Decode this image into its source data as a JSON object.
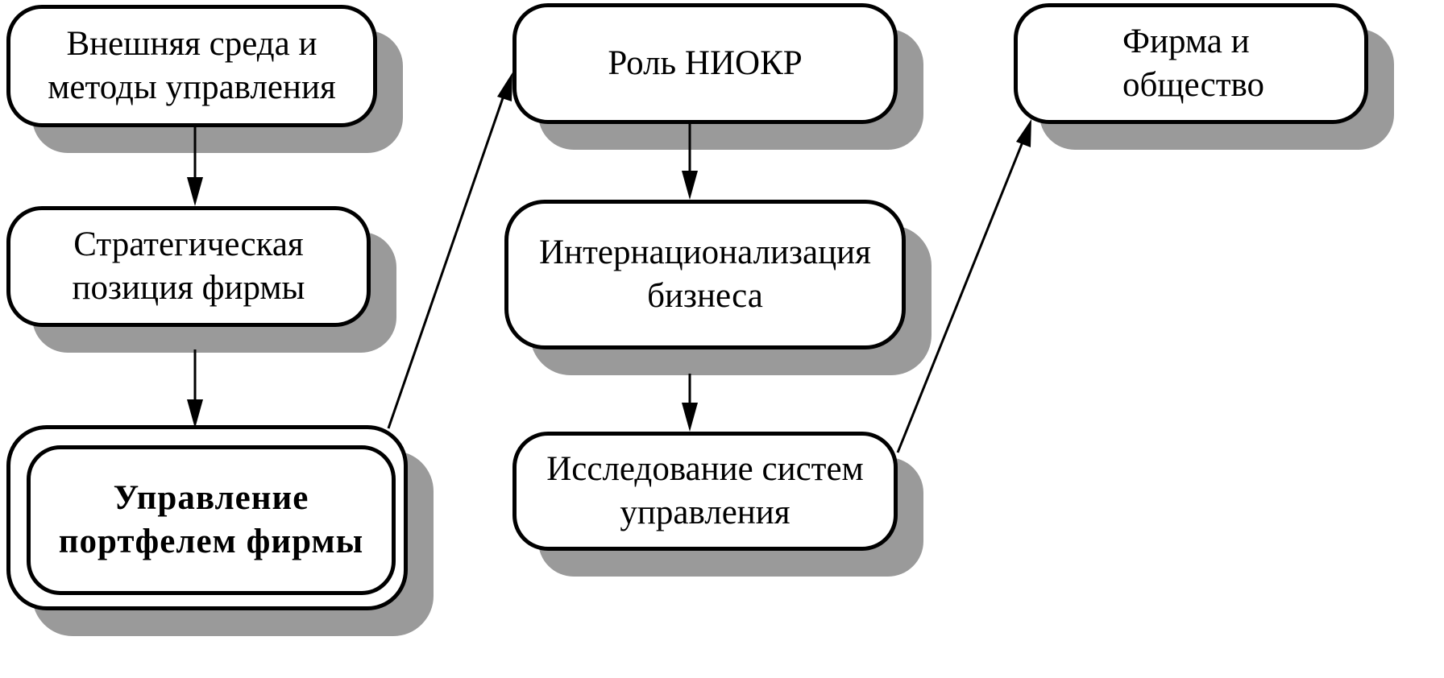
{
  "diagram": {
    "boxes": {
      "external_env": "Внешняя среда и\nметоды управления",
      "strategic_position": "Стратегическая\nпозиция фирмы",
      "portfolio_management": "Управление\nпортфелем  фирмы",
      "rnd_role": "Роль НИОКР",
      "internationalization": "Интернационализация\nбизнеса",
      "management_systems_research": "Исследование систем\nуправления",
      "firm_and_society": "Фирма   и\nобщество"
    },
    "colors": {
      "stroke": "#000000",
      "shadow": "#9a9a9a",
      "fill": "#ffffff"
    }
  }
}
